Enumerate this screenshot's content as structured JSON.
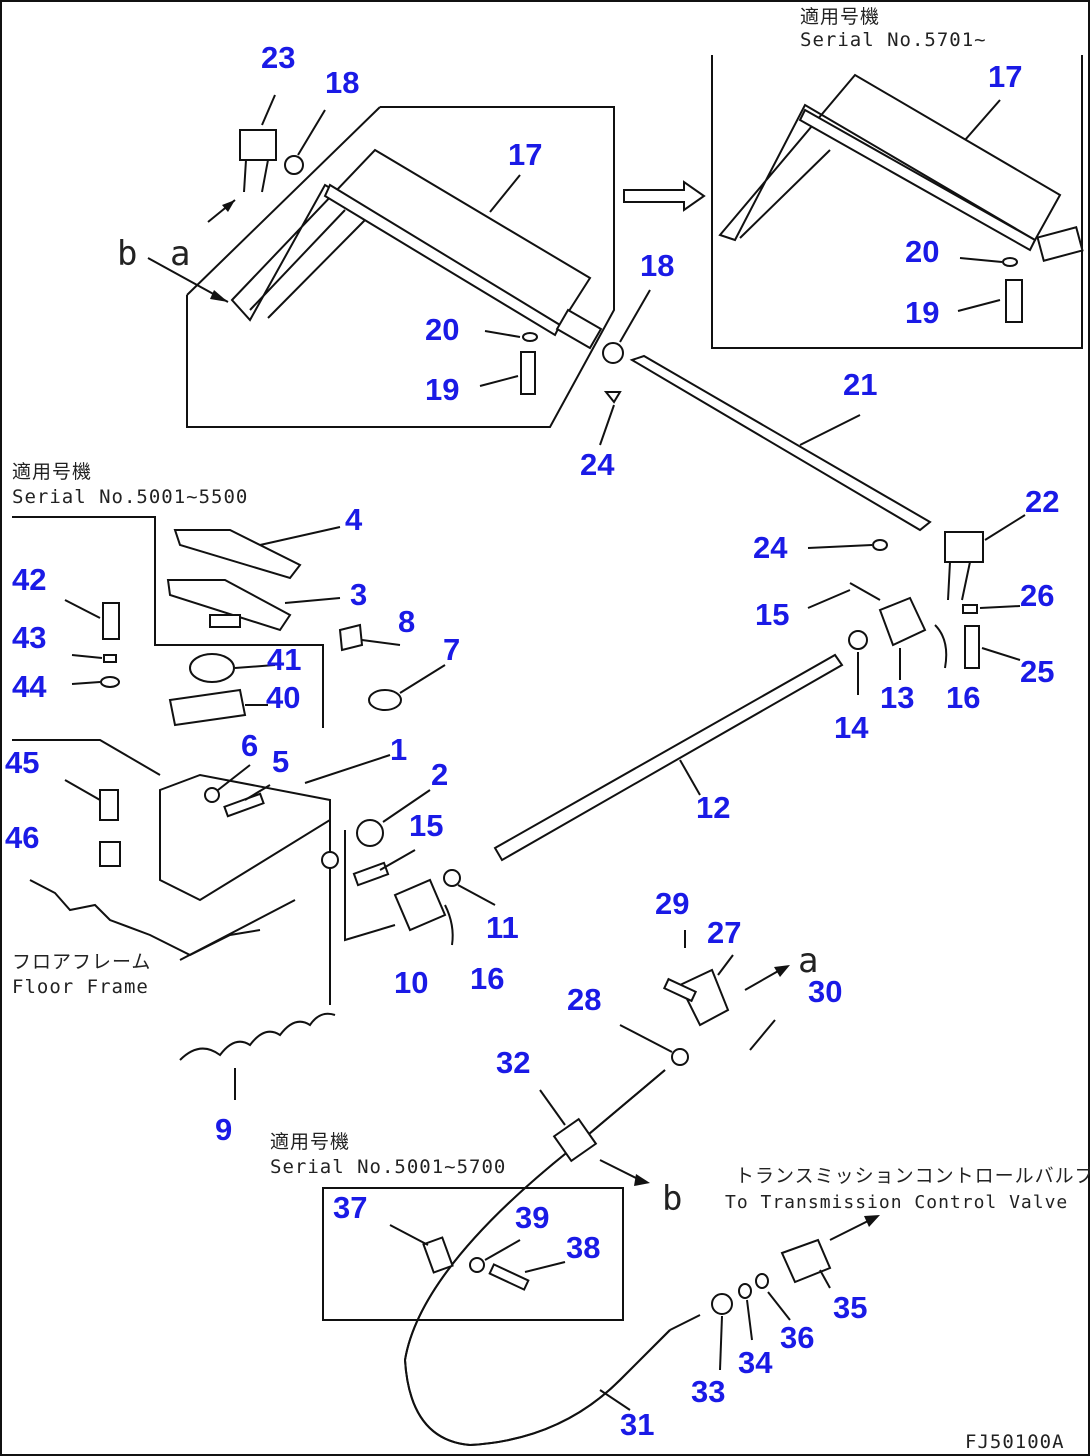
{
  "serial_labels": {
    "top_right_jp": "適用号機",
    "top_right_en": "Serial No.5701~",
    "left_jp": "適用号機",
    "left_en": "Serial No.5001~5500",
    "bottom_jp": "適用号機",
    "bottom_en": "Serial No.5001~5700"
  },
  "floor_frame": {
    "jp": "フロアフレーム",
    "en": "Floor Frame"
  },
  "transmission": {
    "jp": "トランスミッションコントロールバルブへ",
    "en": "To Transmission Control Valve"
  },
  "letters": {
    "a": "a",
    "b": "b"
  },
  "drawing_code": "FJ50100A",
  "part_numbers": [
    {
      "id": "p23",
      "text": "23"
    },
    {
      "id": "p18a",
      "text": "18"
    },
    {
      "id": "p17a",
      "text": "17"
    },
    {
      "id": "p20a",
      "text": "20"
    },
    {
      "id": "p19a",
      "text": "19"
    },
    {
      "id": "p18b",
      "text": "18"
    },
    {
      "id": "p24a",
      "text": "24"
    },
    {
      "id": "p17b",
      "text": "17"
    },
    {
      "id": "p20b",
      "text": "20"
    },
    {
      "id": "p19b",
      "text": "19"
    },
    {
      "id": "p21",
      "text": "21"
    },
    {
      "id": "p22",
      "text": "22"
    },
    {
      "id": "p24b",
      "text": "24"
    },
    {
      "id": "p15a",
      "text": "15"
    },
    {
      "id": "p26",
      "text": "26"
    },
    {
      "id": "p25",
      "text": "25"
    },
    {
      "id": "p13",
      "text": "13"
    },
    {
      "id": "p16a",
      "text": "16"
    },
    {
      "id": "p14",
      "text": "14"
    },
    {
      "id": "p4",
      "text": "4"
    },
    {
      "id": "p3",
      "text": "3"
    },
    {
      "id": "p42",
      "text": "42"
    },
    {
      "id": "p43",
      "text": "43"
    },
    {
      "id": "p44",
      "text": "44"
    },
    {
      "id": "p8",
      "text": "8"
    },
    {
      "id": "p7",
      "text": "7"
    },
    {
      "id": "p41",
      "text": "41"
    },
    {
      "id": "p40",
      "text": "40"
    },
    {
      "id": "p1",
      "text": "1"
    },
    {
      "id": "p6",
      "text": "6"
    },
    {
      "id": "p5",
      "text": "5"
    },
    {
      "id": "p45",
      "text": "45"
    },
    {
      "id": "p2",
      "text": "2"
    },
    {
      "id": "p15b",
      "text": "15"
    },
    {
      "id": "p12",
      "text": "12"
    },
    {
      "id": "p46",
      "text": "46"
    },
    {
      "id": "p11",
      "text": "11"
    },
    {
      "id": "p10",
      "text": "10"
    },
    {
      "id": "p16b",
      "text": "16"
    },
    {
      "id": "p29",
      "text": "29"
    },
    {
      "id": "p27",
      "text": "27"
    },
    {
      "id": "p28",
      "text": "28"
    },
    {
      "id": "p30",
      "text": "30"
    },
    {
      "id": "p9",
      "text": "9"
    },
    {
      "id": "p32",
      "text": "32"
    },
    {
      "id": "p37",
      "text": "37"
    },
    {
      "id": "p39",
      "text": "39"
    },
    {
      "id": "p38",
      "text": "38"
    },
    {
      "id": "p35",
      "text": "35"
    },
    {
      "id": "p36",
      "text": "36"
    },
    {
      "id": "p34",
      "text": "34"
    },
    {
      "id": "p33",
      "text": "33"
    },
    {
      "id": "p31",
      "text": "31"
    }
  ]
}
